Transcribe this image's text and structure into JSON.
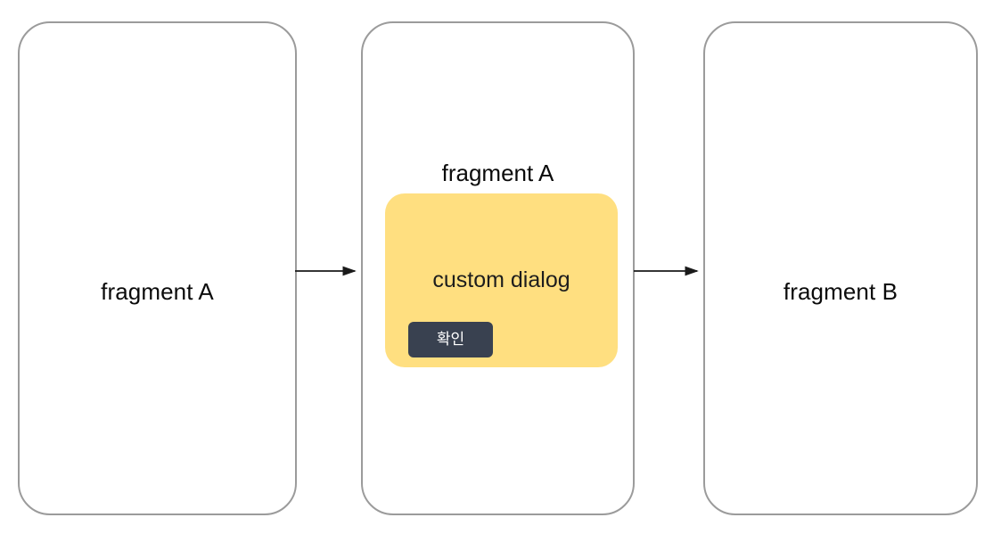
{
  "diagram": {
    "title_implicit": "fragment navigation flow",
    "background_color": "#ffffff",
    "card_border_color": "#9b9b9b",
    "dialog_color": "#FFDF80",
    "button_color": "#394150",
    "arrow_color": "#1a1a1a",
    "text_color": "#0b0b0b"
  },
  "cards": [
    {
      "id": "fragment-a-start",
      "label": "fragment A"
    },
    {
      "id": "fragment-a-dialog",
      "label": "fragment A",
      "dialog": {
        "title": "custom dialog",
        "confirm_button_label": "확인"
      }
    },
    {
      "id": "fragment-b",
      "label": "fragment B"
    }
  ],
  "arrows": [
    {
      "id": "a-to-dialog",
      "from": "fragment-a-start",
      "to": "fragment-a-dialog",
      "direction": "right"
    },
    {
      "id": "dialog-to-b",
      "from": "fragment-a-dialog",
      "to": "fragment-b",
      "direction": "right"
    }
  ]
}
